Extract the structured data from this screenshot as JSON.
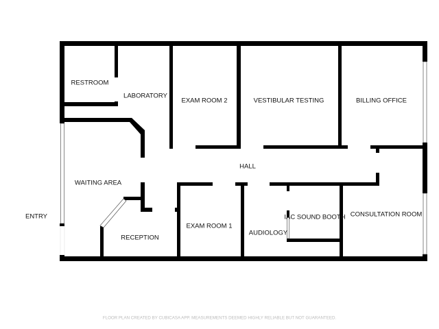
{
  "plan": {
    "wall_color": "#000000",
    "window_color": "#ffffff",
    "rooms": {
      "restroom": "RESTROOM",
      "laboratory": "LABORATORY",
      "exam_room_2": "EXAM ROOM 2",
      "vestibular_testing": "VESTIBULAR TESTING",
      "billing_office": "BILLING OFFICE",
      "hall": "HALL",
      "waiting_area": "WAITING AREA",
      "entry": "ENTRY",
      "reception": "RECEPTION",
      "exam_room_1": "EXAM ROOM 1",
      "audiology": "AUDIOLOGY",
      "sound_booth": "IAC SOUND BOOTH",
      "consultation_room": "CONSULTATION ROOM"
    }
  },
  "footer": "FLOOR PLAN CREATED BY CUBICASA APP. MEASUREMENTS DEEMED HIGHLY RELIABLE BUT NOT GUARANTEED."
}
